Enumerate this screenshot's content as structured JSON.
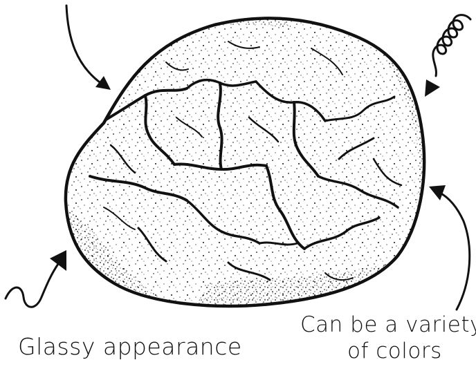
{
  "subject": "rock-specimen",
  "ink_color": "#111111",
  "background_color": "#ffffff",
  "annotations": {
    "glassy": "Glassy appearance",
    "variety_line1": "Can be a variety",
    "variety_line2": "of colors"
  },
  "icons": {
    "arrow_top_left": "curved-arrow-down-right",
    "arrow_top_right": "spiral-arrow-down-left",
    "arrow_bottom_left": "wavy-arrow-up-right",
    "arrow_bottom_right": "curved-arrow-up-left"
  }
}
